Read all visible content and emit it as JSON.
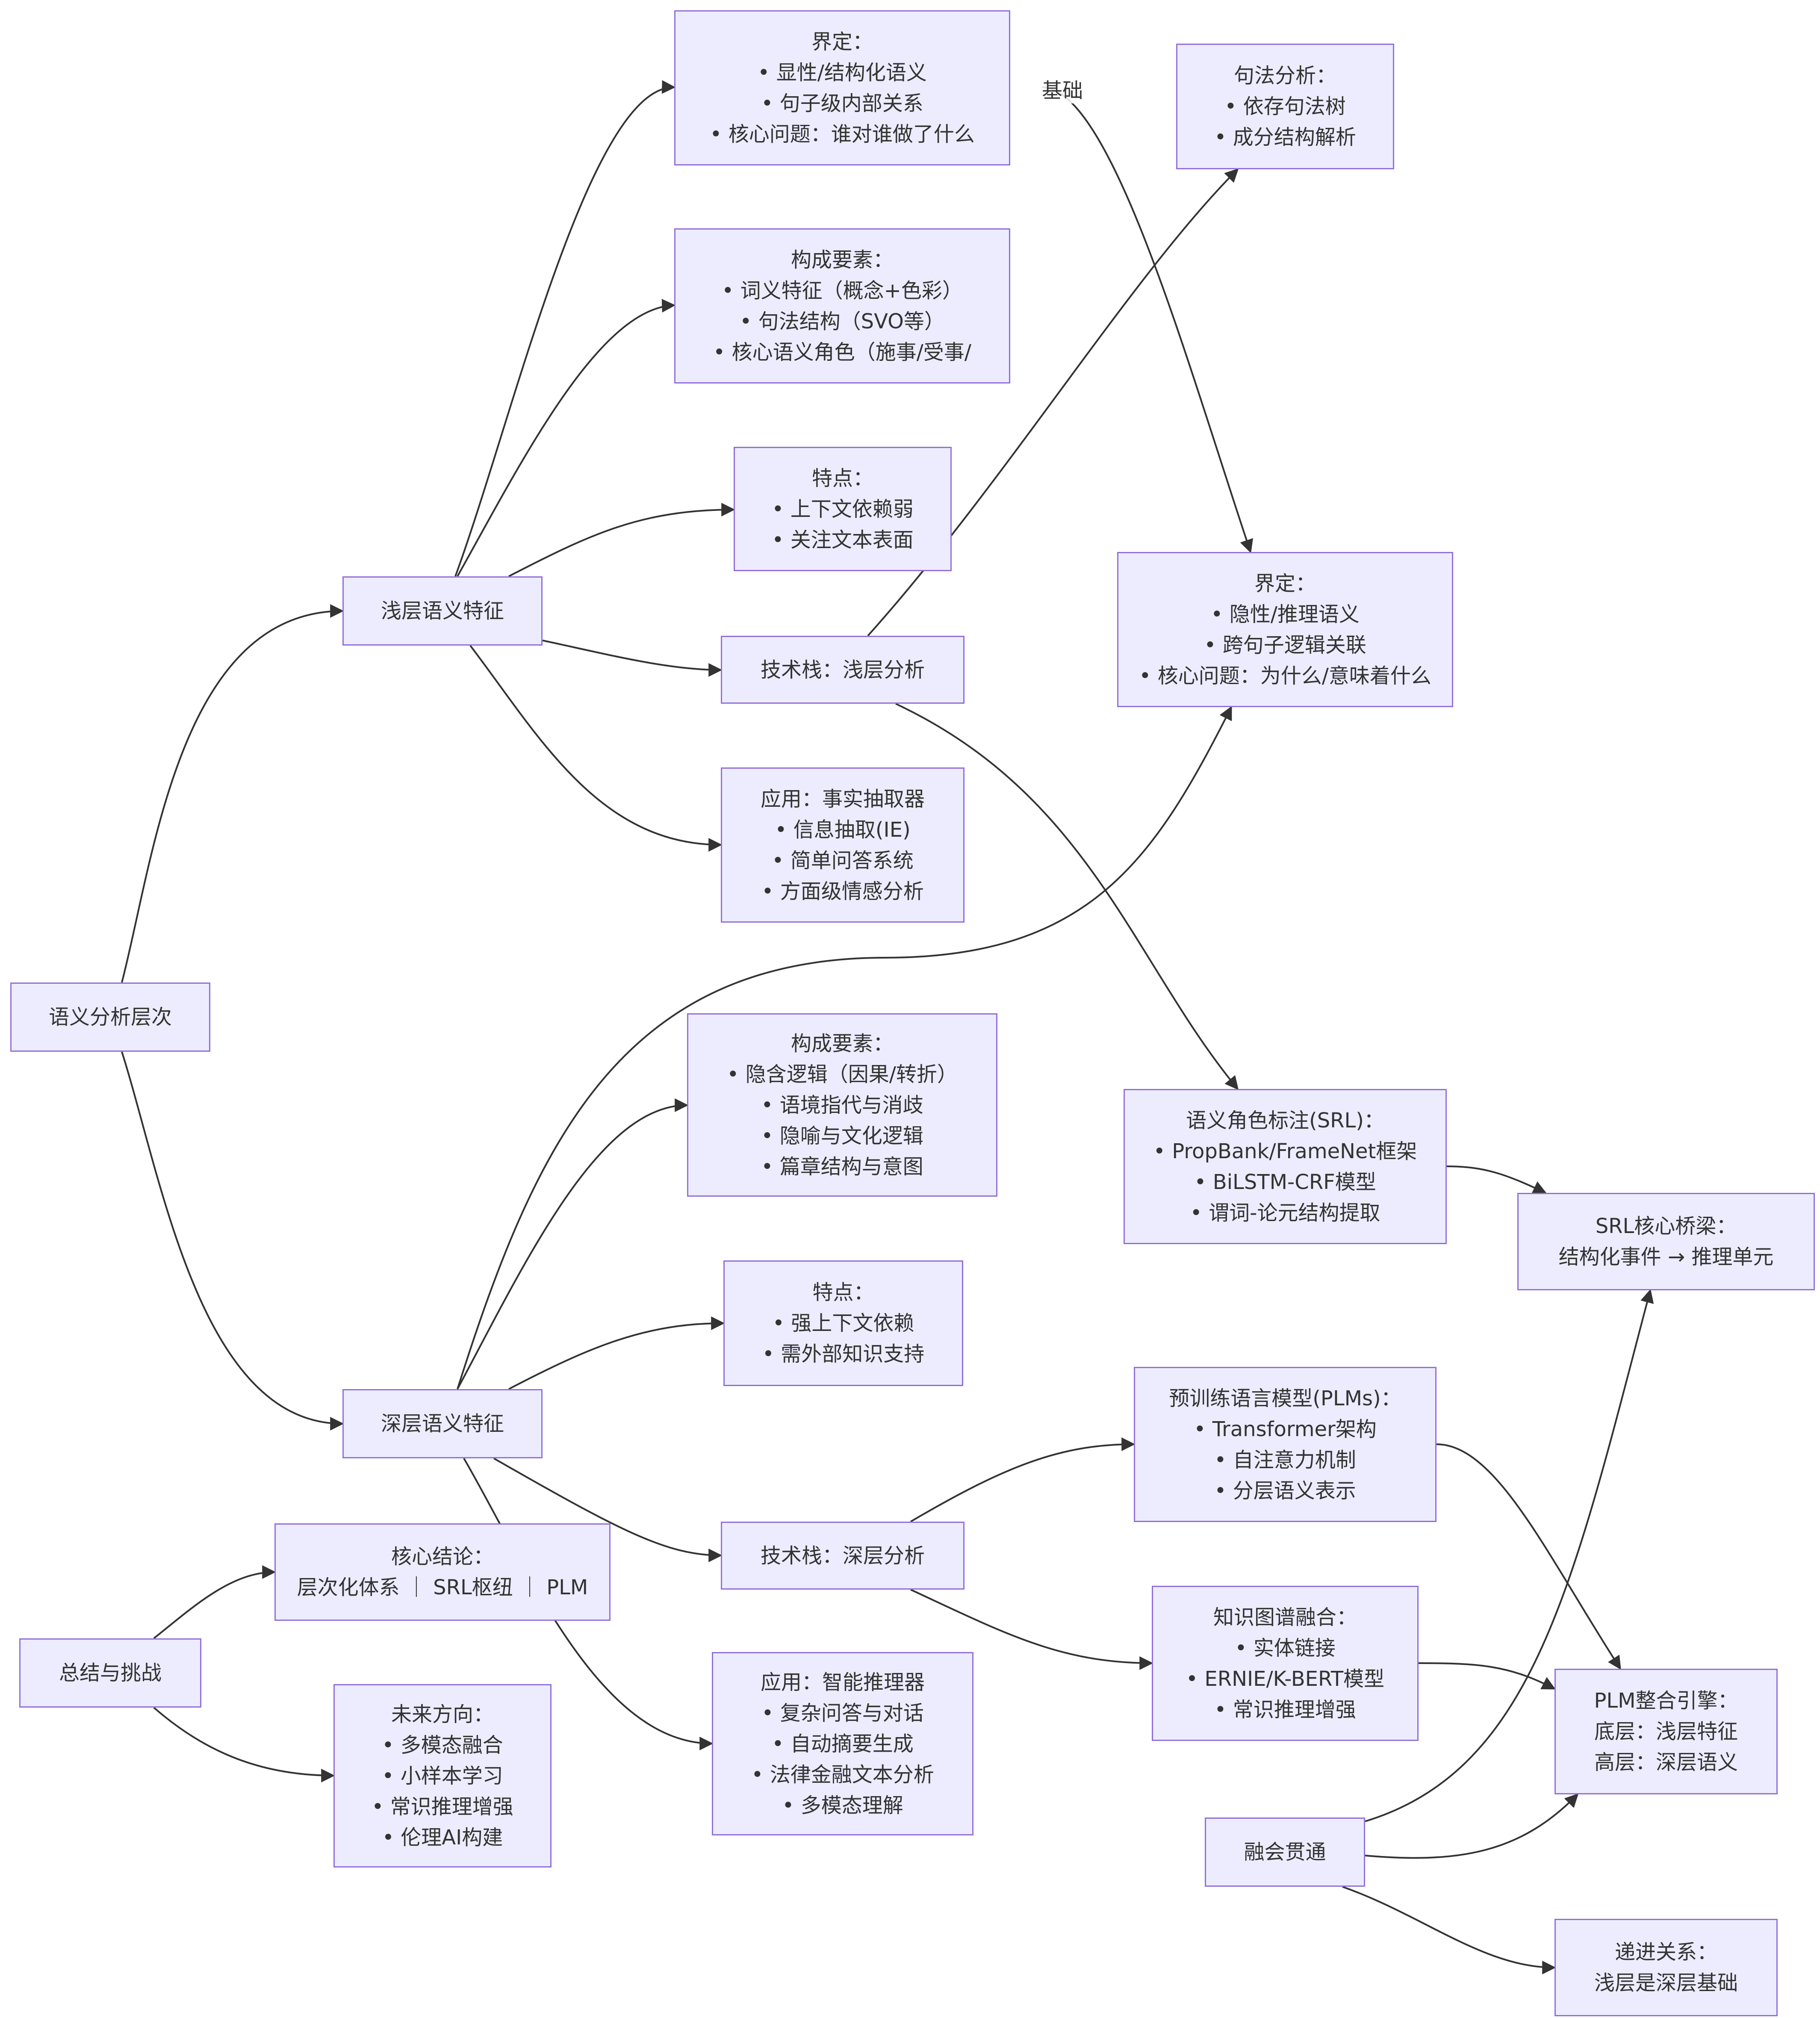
{
  "theme": {
    "node_fill": "#ececfe",
    "node_border": "#9370db",
    "edge_color": "#333333",
    "text_color": "#333333"
  },
  "nodes": {
    "semantic_levels": {
      "lines": [
        "语义分析层次"
      ]
    },
    "shallow": {
      "lines": [
        "浅层语义特征"
      ]
    },
    "deep": {
      "lines": [
        "深层语义特征"
      ]
    },
    "summary": {
      "lines": [
        "总结与挑战"
      ]
    },
    "s_def": {
      "lines": [
        "界定：",
        "• 显性/结构化语义",
        "• 句子级内部关系",
        "• 核心问题：谁对谁做了什么"
      ]
    },
    "s_comp": {
      "lines": [
        "构成要素：",
        "• 词义特征（概念+色彩）",
        "• 句法结构（SVO等）",
        "• 核心语义角色（施事/受事/"
      ]
    },
    "s_feat": {
      "lines": [
        "特点：",
        "• 上下文依赖弱",
        "• 关注文本表面"
      ]
    },
    "s_tech": {
      "lines": [
        "技术栈：浅层分析"
      ]
    },
    "s_app": {
      "lines": [
        "应用：事实抽取器",
        "• 信息抽取(IE)",
        "• 简单问答系统",
        "• 方面级情感分析"
      ]
    },
    "syntax": {
      "lines": [
        "句法分析：",
        "• 依存句法树",
        "• 成分结构解析"
      ]
    },
    "d_def": {
      "lines": [
        "界定：",
        "• 隐性/推理语义",
        "• 跨句子逻辑关联",
        "• 核心问题：为什么/意味着什么"
      ]
    },
    "srl": {
      "lines": [
        "语义角色标注(SRL)：",
        "• PropBank/FrameNet框架",
        "• BiLSTM-CRF模型",
        "• 谓词-论元结构提取"
      ]
    },
    "srl_bridge": {
      "lines": [
        "SRL核心桥梁：",
        "结构化事件 → 推理单元"
      ]
    },
    "d_comp": {
      "lines": [
        "构成要素：",
        "• 隐含逻辑（因果/转折）",
        "• 语境指代与消歧",
        "• 隐喻与文化逻辑",
        "• 篇章结构与意图"
      ]
    },
    "d_feat": {
      "lines": [
        "特点：",
        "• 强上下文依赖",
        "• 需外部知识支持"
      ]
    },
    "d_tech": {
      "lines": [
        "技术栈：深层分析"
      ]
    },
    "d_app": {
      "lines": [
        "应用：智能推理器",
        "• 复杂问答与对话",
        "• 自动摘要生成",
        "• 法律金融文本分析",
        "• 多模态理解"
      ]
    },
    "plm": {
      "lines": [
        "预训练语言模型(PLMs)：",
        "• Transformer架构",
        "• 自注意力机制",
        "• 分层语义表示"
      ]
    },
    "kg": {
      "lines": [
        "知识图谱融合：",
        "• 实体链接",
        "• ERNIE/K-BERT模型",
        "• 常识推理增强"
      ]
    },
    "plm_engine": {
      "lines": [
        "PLM整合引擎：",
        "底层：浅层特征",
        "高层：深层语义"
      ]
    },
    "fusion": {
      "lines": [
        "融会贯通"
      ]
    },
    "progressive": {
      "lines": [
        "递进关系：",
        "浅层是深层基础"
      ]
    },
    "core_conclusion": {
      "lines": [
        "核心结论：",
        "层次化体系 ｜ SRL枢纽 ｜ PLM"
      ]
    },
    "future": {
      "lines": [
        "未来方向：",
        "• 多模态融合",
        "• 小样本学习",
        "• 常识推理增强",
        "• 伦理AI构建"
      ]
    }
  },
  "edges": [
    {
      "from": "semantic_levels",
      "to": "shallow"
    },
    {
      "from": "semantic_levels",
      "to": "deep"
    },
    {
      "from": "shallow",
      "to": "s_def"
    },
    {
      "from": "shallow",
      "to": "s_comp"
    },
    {
      "from": "shallow",
      "to": "s_feat"
    },
    {
      "from": "shallow",
      "to": "s_tech"
    },
    {
      "from": "shallow",
      "to": "s_app"
    },
    {
      "from": "s_tech",
      "to": "syntax"
    },
    {
      "from": "s_tech",
      "to": "srl"
    },
    {
      "from": "s_def",
      "to": "d_def",
      "label": "基础"
    },
    {
      "from": "deep",
      "to": "d_def"
    },
    {
      "from": "deep",
      "to": "d_comp"
    },
    {
      "from": "deep",
      "to": "d_feat"
    },
    {
      "from": "deep",
      "to": "d_tech"
    },
    {
      "from": "deep",
      "to": "d_app"
    },
    {
      "from": "d_tech",
      "to": "plm"
    },
    {
      "from": "d_tech",
      "to": "kg"
    },
    {
      "from": "srl",
      "to": "srl_bridge"
    },
    {
      "from": "plm",
      "to": "plm_engine"
    },
    {
      "from": "kg",
      "to": "plm_engine"
    },
    {
      "from": "fusion",
      "to": "srl_bridge"
    },
    {
      "from": "fusion",
      "to": "plm_engine"
    },
    {
      "from": "fusion",
      "to": "progressive"
    },
    {
      "from": "summary",
      "to": "core_conclusion"
    },
    {
      "from": "summary",
      "to": "future"
    }
  ]
}
